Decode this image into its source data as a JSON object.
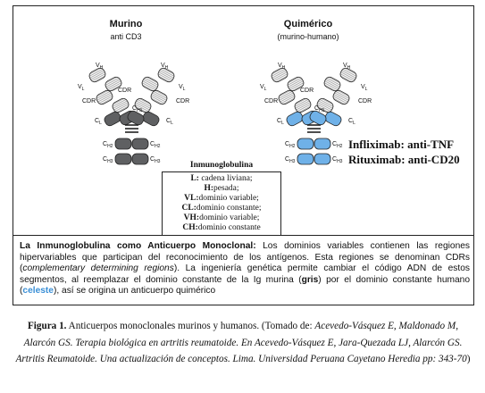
{
  "murino": {
    "title": "Murino",
    "subtitle": "anti CD3"
  },
  "quimerico": {
    "title": "Quimérico",
    "subtitle": "(murino-humano)"
  },
  "labels": {
    "vl": "V",
    "vl_sub": "L",
    "vh": "V",
    "vh_sub": "H",
    "cdr": "CDR",
    "cl": "C",
    "cl_sub": "L",
    "ch1": "C",
    "ch1_sub": "H1",
    "ch2": "C",
    "ch2_sub": "H2",
    "ch3": "C",
    "ch3_sub": "H3"
  },
  "drugs": {
    "infliximab": "Infliximab: anti-TNF",
    "rituximab": "Rituximab: anti-CD20"
  },
  "legend": {
    "title": "Inmunoglobulina",
    "rows": [
      {
        "key": "L:",
        "text": " cadena liviana;"
      },
      {
        "key": "H:",
        "text": "pesada;"
      },
      {
        "key": "VL:",
        "text": "dominio variable;"
      },
      {
        "key": "CL:",
        "text": "dominio constante;"
      },
      {
        "key": "VH:",
        "text": "dominio variable;"
      },
      {
        "key": "CH:",
        "text": "dominio constante"
      }
    ]
  },
  "description": {
    "heading": "La Inmunoglobulina como Anticuerpo Monoclonal:",
    "p1": " Los dominios variables contienen las regiones hipervariables que participan del reconocimiento de los antígenos. Esta regiones se denominan CDRs (",
    "p1_italic": "complementary determining regions",
    "p2": "). La ingeniería genética permite cambiar el código ADN de estos segmentos, al reemplazar el dominio constante de la Ig murina (",
    "gris": "gris",
    "p3": ") por el dominio constante humano (",
    "celeste": "celeste",
    "p4": "), así se origina un  anticuerpo quimérico"
  },
  "caption": {
    "label": "Figura 1.",
    "text1": " Anticuerpos monoclonales murinos y humanos. (Tomado de: ",
    "ref1": "Acevedo-Vásquez E, Maldonado M, Alarcón GS. Terapia biológica en artritis reumatoide. En  Acevedo-Vásquez E, Jara-Quezada LJ, Alarcón GS. Artritis Reumatoide. Una actualización de conceptos. Lima. Universidad Peruana Cayetano Heredia pp: 343-70",
    "text2": ")"
  },
  "colors": {
    "murine_constant": "#5f6062",
    "chimeric_constant": "#6fb1e8",
    "variable_fill": "#ffffff",
    "celeste_text": "#3a8fd6"
  }
}
